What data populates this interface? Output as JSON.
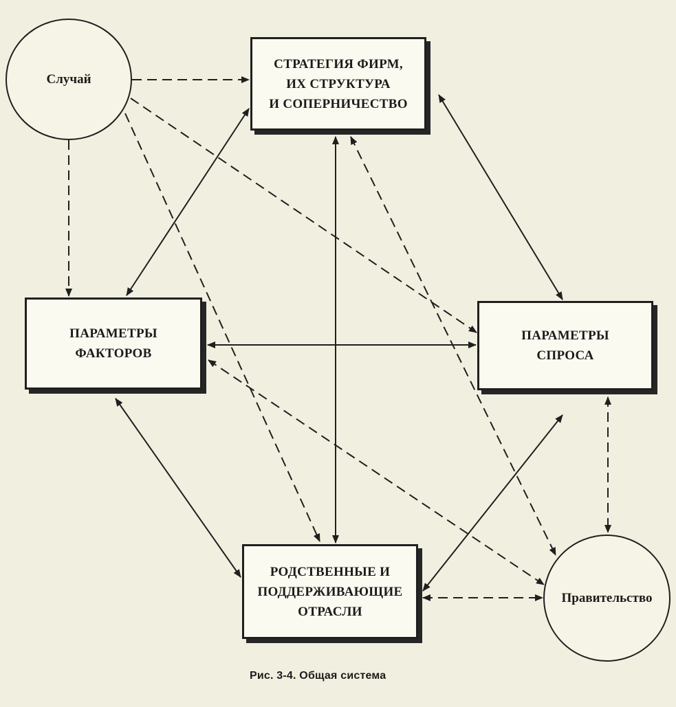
{
  "nodes": {
    "chance": "Случай",
    "strategy": [
      "СТРАТЕГИЯ ФИРМ,",
      "ИХ СТРУКТУРА",
      "И СОПЕРНИЧЕСТВО"
    ],
    "factors": [
      "ПАРАМЕТРЫ",
      "ФАКТОРОВ"
    ],
    "demand": [
      "ПАРАМЕТРЫ",
      "СПРОСА"
    ],
    "related": [
      "РОДСТВЕННЫЕ И",
      "ПОДДЕРЖИВАЮЩИЕ",
      "ОТРАСЛИ"
    ],
    "government": "Правительство"
  },
  "caption": "Рис. 3-4. Общая система",
  "colors": {
    "ink": "#1f1f1f",
    "paper": "#f1efe0"
  }
}
